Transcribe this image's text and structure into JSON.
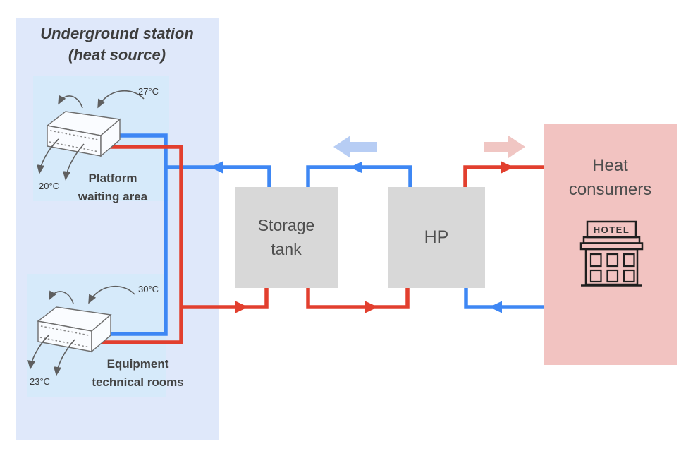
{
  "station": {
    "title": "Underground station\n(heat source)",
    "units": [
      {
        "label": "Platform\nwaiting area",
        "temp_exhaust": "27°C",
        "temp_supply": "20°C"
      },
      {
        "label": "Equipment\ntechnical rooms",
        "temp_exhaust": "30°C",
        "temp_supply": "23°C"
      }
    ]
  },
  "components": {
    "storage_tank": {
      "label": "Storage\ntank"
    },
    "heat_pump": {
      "label": "HP"
    }
  },
  "consumers": {
    "label": "Heat\nconsumers",
    "hotel_sign": "HOTEL"
  },
  "colors": {
    "pipe_cold": "#3e87f4",
    "pipe_warm": "#e23f2e",
    "flow_arrow_cold": "#b7cdf4",
    "flow_arrow_warm": "#f0c6c3",
    "station_panel": "#dfe8fa",
    "station_subpanel": "#d6eafa",
    "consumers_panel": "#f2c3c1",
    "component_box": "#d8d8d8",
    "sketch_stroke": "#5f5f5f",
    "hotel_stroke": "#1f1f1f"
  }
}
